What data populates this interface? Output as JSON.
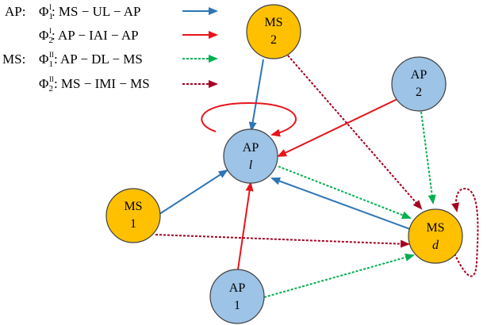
{
  "legend": [
    {
      "role": "AP:",
      "phi": "Φ",
      "sub": "1",
      "sup": "I",
      "label": ": MS − UL − AP",
      "color": "#2e75b6",
      "style": "solid"
    },
    {
      "role": "",
      "phi": "Φ",
      "sub": "2",
      "sup": "I",
      "label": ": AP − IAI − AP",
      "color": "#e8141a",
      "style": "solid"
    },
    {
      "role": "MS:",
      "phi": "Φ",
      "sub": "1",
      "sup": "II",
      "label": ": AP − DL − MS",
      "color": "#00b050",
      "style": "dotted"
    },
    {
      "role": "",
      "phi": "Φ",
      "sub": "2",
      "sup": "II",
      "label": ": MS − IMI − MS",
      "color": "#a50021",
      "style": "dotted"
    }
  ],
  "nodes": [
    {
      "id": "ms2",
      "line1": "MS",
      "line2": "2",
      "italic": false,
      "kind": "MS"
    },
    {
      "id": "ap2",
      "line1": "AP",
      "line2": "2",
      "italic": false,
      "kind": "AP"
    },
    {
      "id": "apl",
      "line1": "AP",
      "line2": "l",
      "italic": true,
      "kind": "AP"
    },
    {
      "id": "ms1",
      "line1": "MS",
      "line2": "1",
      "italic": false,
      "kind": "MS"
    },
    {
      "id": "msd",
      "line1": "MS",
      "line2": "d",
      "italic": true,
      "kind": "MS"
    },
    {
      "id": "ap1",
      "line1": "AP",
      "line2": "1",
      "italic": false,
      "kind": "AP"
    }
  ],
  "edges": [
    {
      "from": "ms2",
      "to": "apl",
      "type": "UL"
    },
    {
      "from": "ms1",
      "to": "apl",
      "type": "UL"
    },
    {
      "from": "msd",
      "to": "apl",
      "type": "UL"
    },
    {
      "from": "ap2",
      "to": "apl",
      "type": "IAI"
    },
    {
      "from": "ap1",
      "to": "apl",
      "type": "IAI"
    },
    {
      "from": "apl",
      "to": "apl",
      "type": "IAI_self"
    },
    {
      "from": "apl",
      "to": "msd",
      "type": "DL"
    },
    {
      "from": "ap2",
      "to": "msd",
      "type": "DL"
    },
    {
      "from": "ap1",
      "to": "msd",
      "type": "DL"
    },
    {
      "from": "ms2",
      "to": "msd",
      "type": "IMI"
    },
    {
      "from": "ms1",
      "to": "msd",
      "type": "IMI"
    },
    {
      "from": "msd",
      "to": "msd",
      "type": "IMI_self"
    }
  ],
  "colors": {
    "ap_fill": "#9dc3e6",
    "ms_fill": "#ffc000",
    "node_stroke": "#404040",
    "ul": "#2e75b6",
    "iai": "#e8141a",
    "dl": "#00b050",
    "imi": "#a50021"
  }
}
